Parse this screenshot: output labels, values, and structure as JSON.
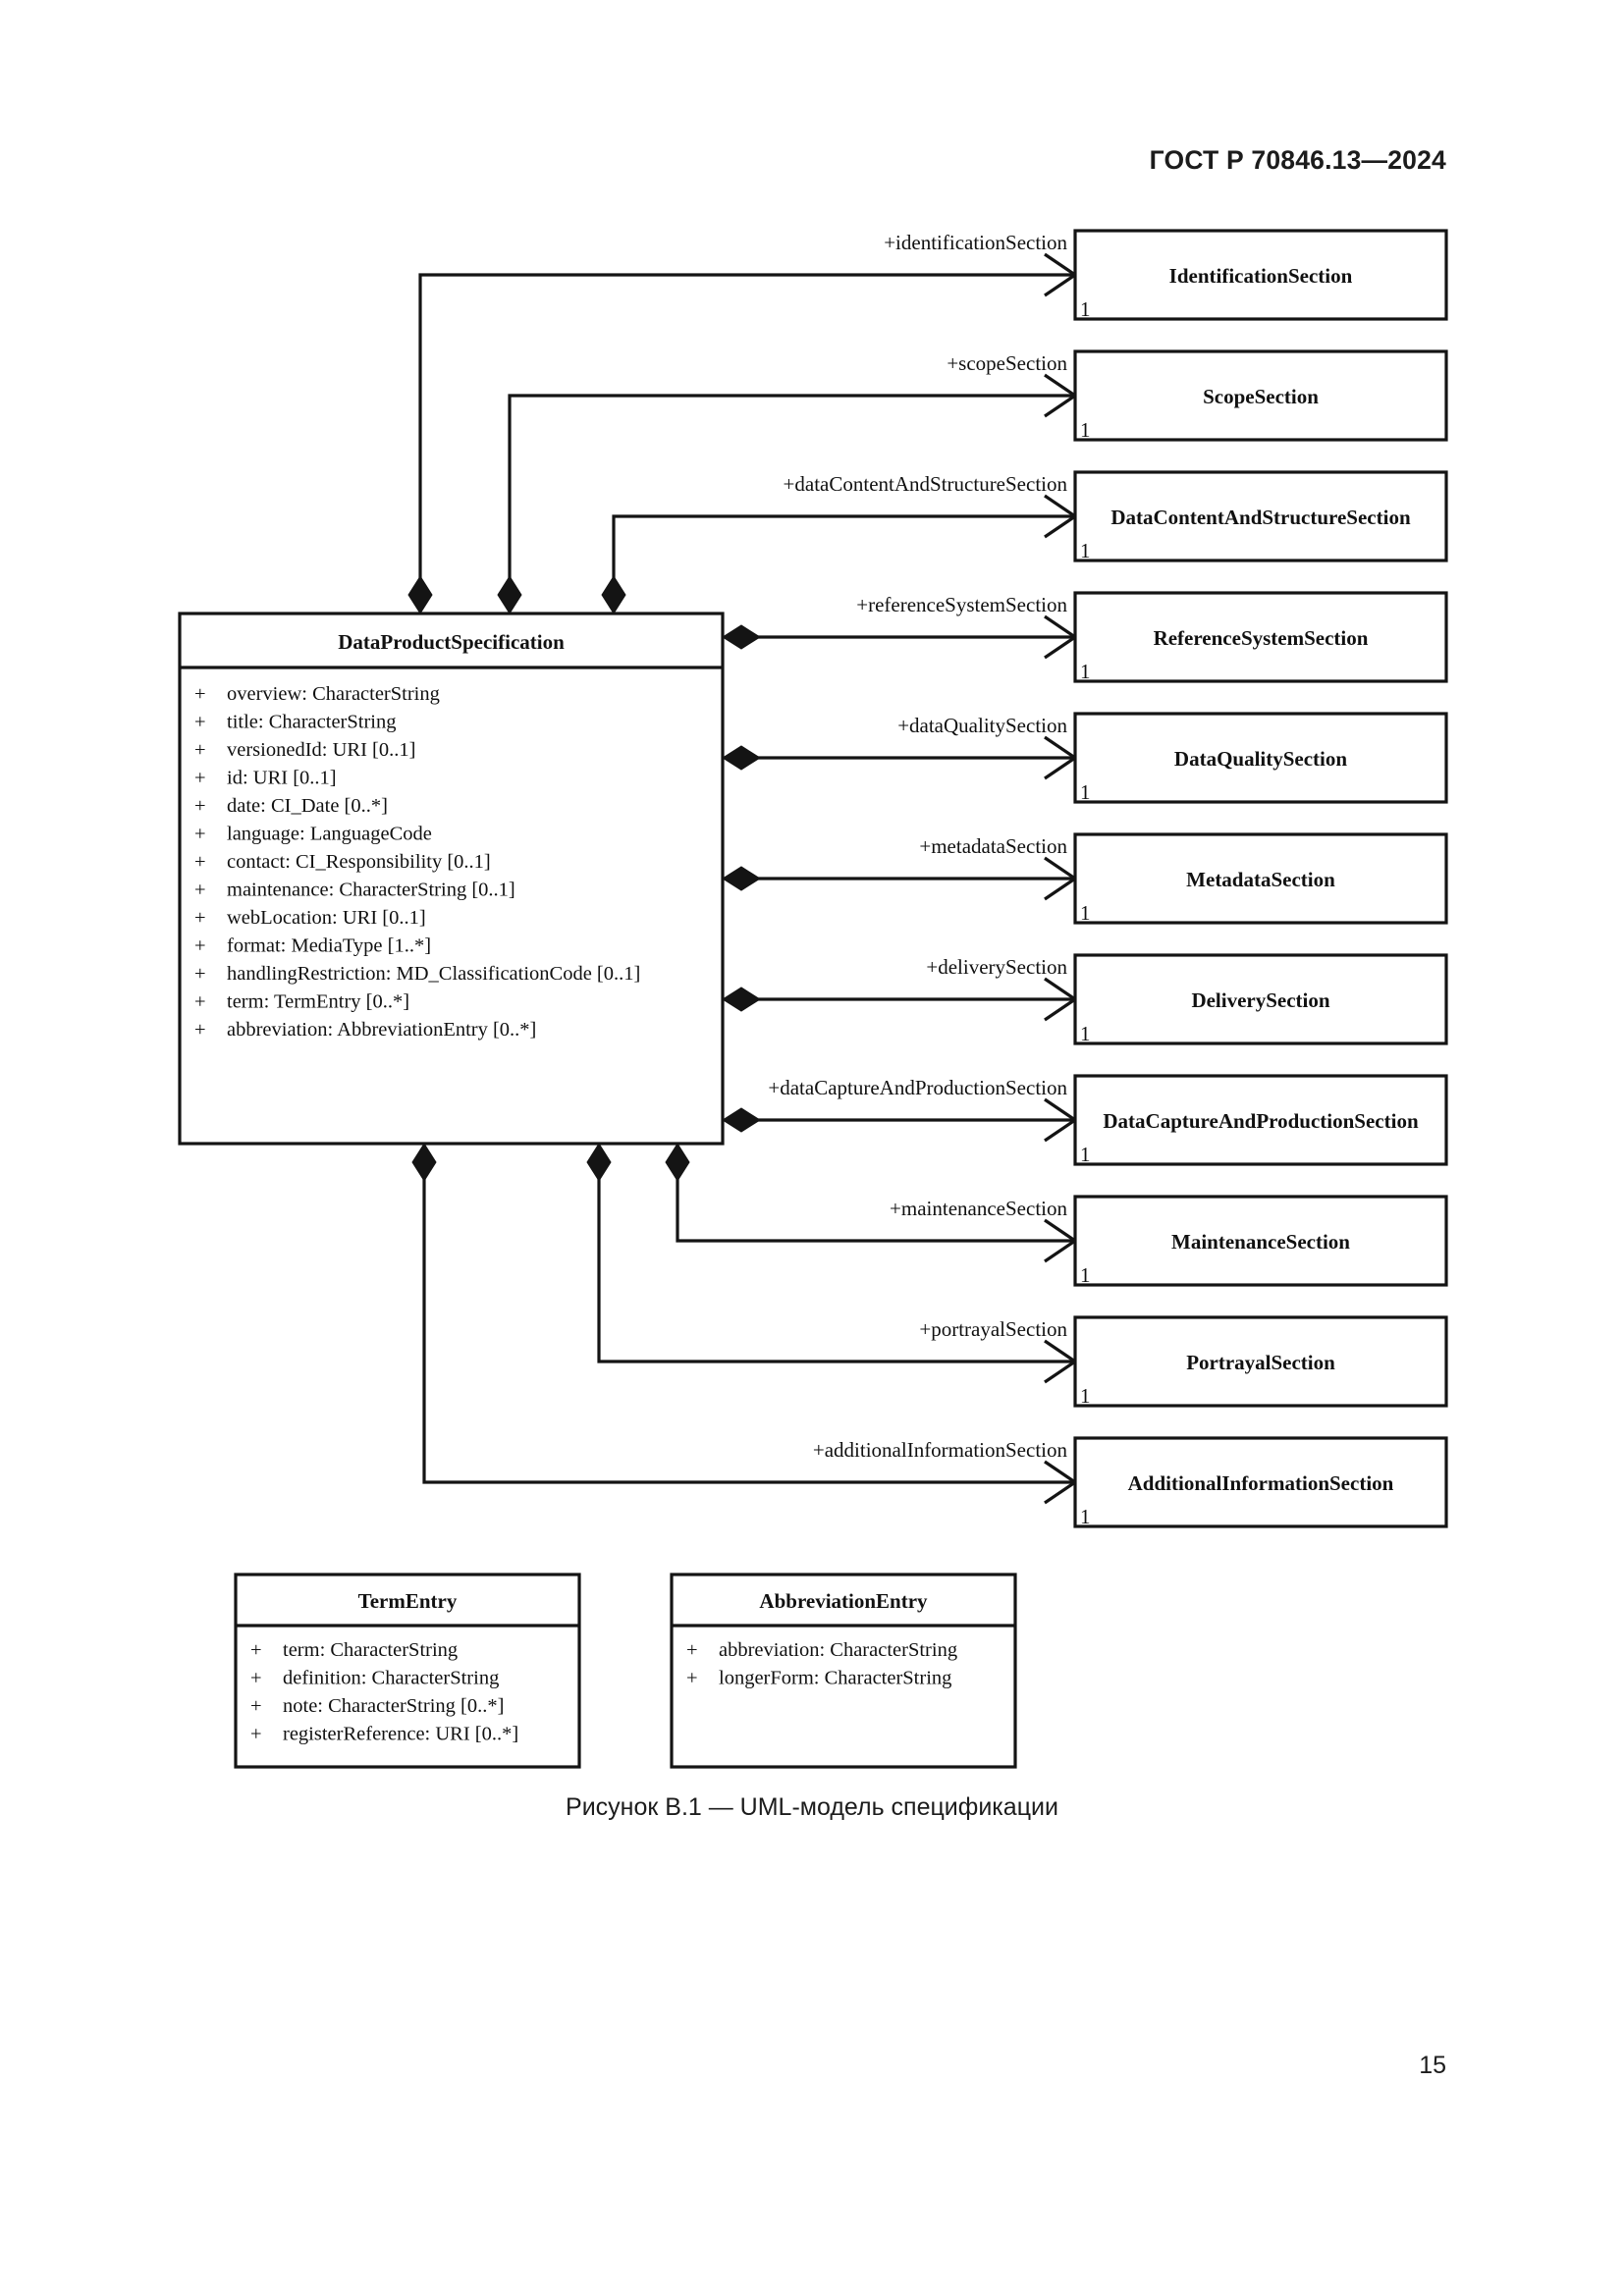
{
  "document": {
    "header": "ГОСТ Р 70846.13—2024",
    "figure_caption": "Рисунок В.1 — UML-модель спецификации",
    "page_number": "15"
  },
  "diagram": {
    "type": "uml-class-diagram",
    "main_class": {
      "name": "DataProductSpecification",
      "attributes": [
        {
          "visibility": "+",
          "text": "overview: CharacterString"
        },
        {
          "visibility": "+",
          "text": "title: CharacterString"
        },
        {
          "visibility": "+",
          "text": "versionedId: URI [0..1]"
        },
        {
          "visibility": "+",
          "text": "id: URI [0..1]"
        },
        {
          "visibility": "+",
          "text": "date: CI_Date [0..*]"
        },
        {
          "visibility": "+",
          "text": "language: LanguageCode"
        },
        {
          "visibility": "+",
          "text": "contact: CI_Responsibility [0..1]"
        },
        {
          "visibility": "+",
          "text": "maintenance: CharacterString [0..1]"
        },
        {
          "visibility": "+",
          "text": "webLocation: URI [0..1]"
        },
        {
          "visibility": "+",
          "text": "format: MediaType [1..*]"
        },
        {
          "visibility": "+",
          "text": "handlingRestriction: MD_ClassificationCode [0..1]"
        },
        {
          "visibility": "+",
          "text": "term: TermEntry [0..*]"
        },
        {
          "visibility": "+",
          "text": "abbreviation: AbbreviationEntry [0..*]"
        }
      ]
    },
    "sections": [
      {
        "class_name": "IdentificationSection",
        "role": "+identificationSection",
        "multiplicity": "1"
      },
      {
        "class_name": "ScopeSection",
        "role": "+scopeSection",
        "multiplicity": "1"
      },
      {
        "class_name": "DataContentAndStructureSection",
        "role": "+dataContentAndStructureSection",
        "multiplicity": "1"
      },
      {
        "class_name": "ReferenceSystemSection",
        "role": "+referenceSystemSection",
        "multiplicity": "1"
      },
      {
        "class_name": "DataQualitySection",
        "role": "+dataQualitySection",
        "multiplicity": "1"
      },
      {
        "class_name": "MetadataSection",
        "role": "+metadataSection",
        "multiplicity": "1"
      },
      {
        "class_name": "DeliverySection",
        "role": "+deliverySection",
        "multiplicity": "1"
      },
      {
        "class_name": "DataCaptureAndProductionSection",
        "role": "+dataCaptureAndProductionSection",
        "multiplicity": "1"
      },
      {
        "class_name": "MaintenanceSection",
        "role": "+maintenanceSection",
        "multiplicity": "1"
      },
      {
        "class_name": "PortrayalSection",
        "role": "+portrayalSection",
        "multiplicity": "1"
      },
      {
        "class_name": "AdditionalInformationSection",
        "role": "+additionalInformationSection",
        "multiplicity": "1"
      }
    ],
    "term_entry_class": {
      "name": "TermEntry",
      "attributes": [
        {
          "visibility": "+",
          "text": "term: CharacterString"
        },
        {
          "visibility": "+",
          "text": "definition: CharacterString"
        },
        {
          "visibility": "+",
          "text": "note: CharacterString [0..*]"
        },
        {
          "visibility": "+",
          "text": "registerReference: URI [0..*]"
        }
      ]
    },
    "abbreviation_entry_class": {
      "name": "AbbreviationEntry",
      "attributes": [
        {
          "visibility": "+",
          "text": "abbreviation: CharacterString"
        },
        {
          "visibility": "+",
          "text": "longerForm: CharacterString"
        }
      ]
    },
    "colors": {
      "line": "#141414",
      "fill": "#ffffff",
      "text": "#111111"
    }
  }
}
